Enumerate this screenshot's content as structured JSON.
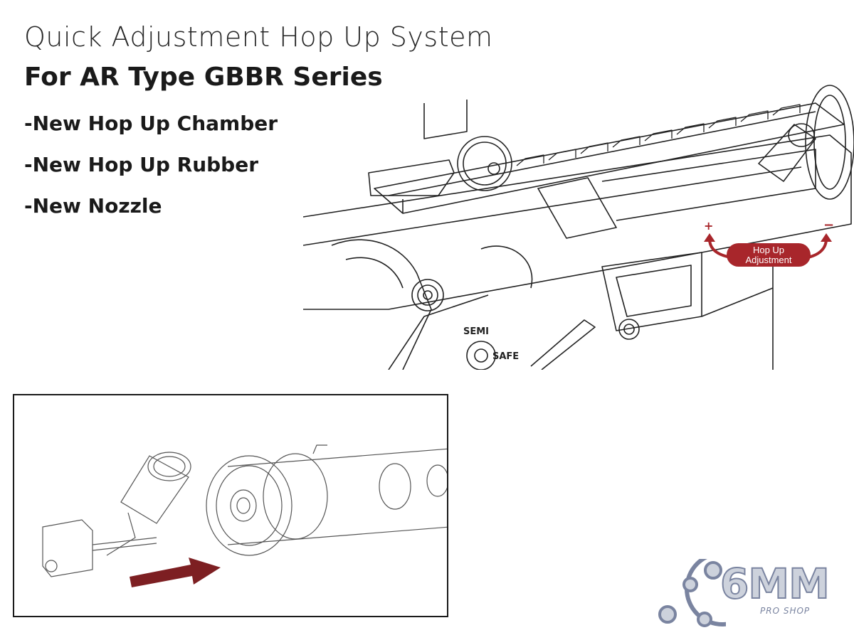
{
  "heading": {
    "title": "Quick Adjustment Hop Up System",
    "subtitle": "For AR Type GBBR Series"
  },
  "features": [
    "-New Hop Up Chamber",
    "-New Hop Up Rubber",
    "-New Nozzle"
  ],
  "illustration": {
    "selector_labels": [
      "SEMI",
      "SAFE"
    ],
    "callout": {
      "line1": "Hop Up",
      "line2": "Adjustment",
      "plus": "+",
      "minus": "−"
    }
  },
  "logo": {
    "main": "6MM",
    "sub": "PRO SHOP"
  },
  "colors": {
    "accent": "#a8262b",
    "arrow": "#7d1f22",
    "logo": "#7a84a0",
    "text": "#1a1a1a"
  }
}
